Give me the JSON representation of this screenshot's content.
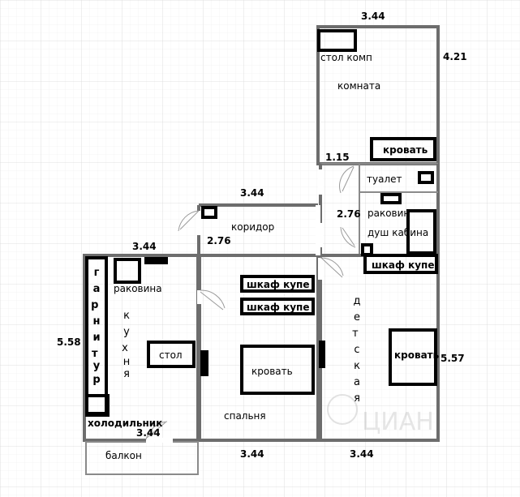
{
  "rooms": {
    "komnata": "комната",
    "koridor": "коридор",
    "kukhnya": "кухня",
    "spalnya": "спальня",
    "detskaya": "детская",
    "balkon": "балкон",
    "tualet": "туалет",
    "dush": "душ кабина"
  },
  "furniture": {
    "stol_komp": "стол комп",
    "krovat_komnata": "кровать",
    "rakovina_bath": "раковин",
    "shkaf_kupe_right": "шкаф купе",
    "shkaf_kupe_1": "шкаф купе",
    "shkaf_kupe_2": "шкаф купе",
    "rakovina_kitchen": "раковина",
    "stol": "стол",
    "krovat_spalnya": "кровать",
    "krovat_detskaya": "кровать",
    "kholodilnik": "холодильник",
    "garnitur": "гарнитур"
  },
  "dimensions": {
    "komnata_top": "3.44",
    "komnata_right": "4.21",
    "tualet_width": "1.15",
    "bath_height": "2.76",
    "koridor_top": "3.44",
    "koridor_left": "2.76",
    "kitchen_top": "3.44",
    "kitchen_left": "5.58",
    "detskaya_right": "5.57",
    "kitchen_bottom": "3.44",
    "spalnya_bottom": "3.44",
    "detskaya_bottom": "3.44"
  },
  "watermark": "ЦИАН"
}
